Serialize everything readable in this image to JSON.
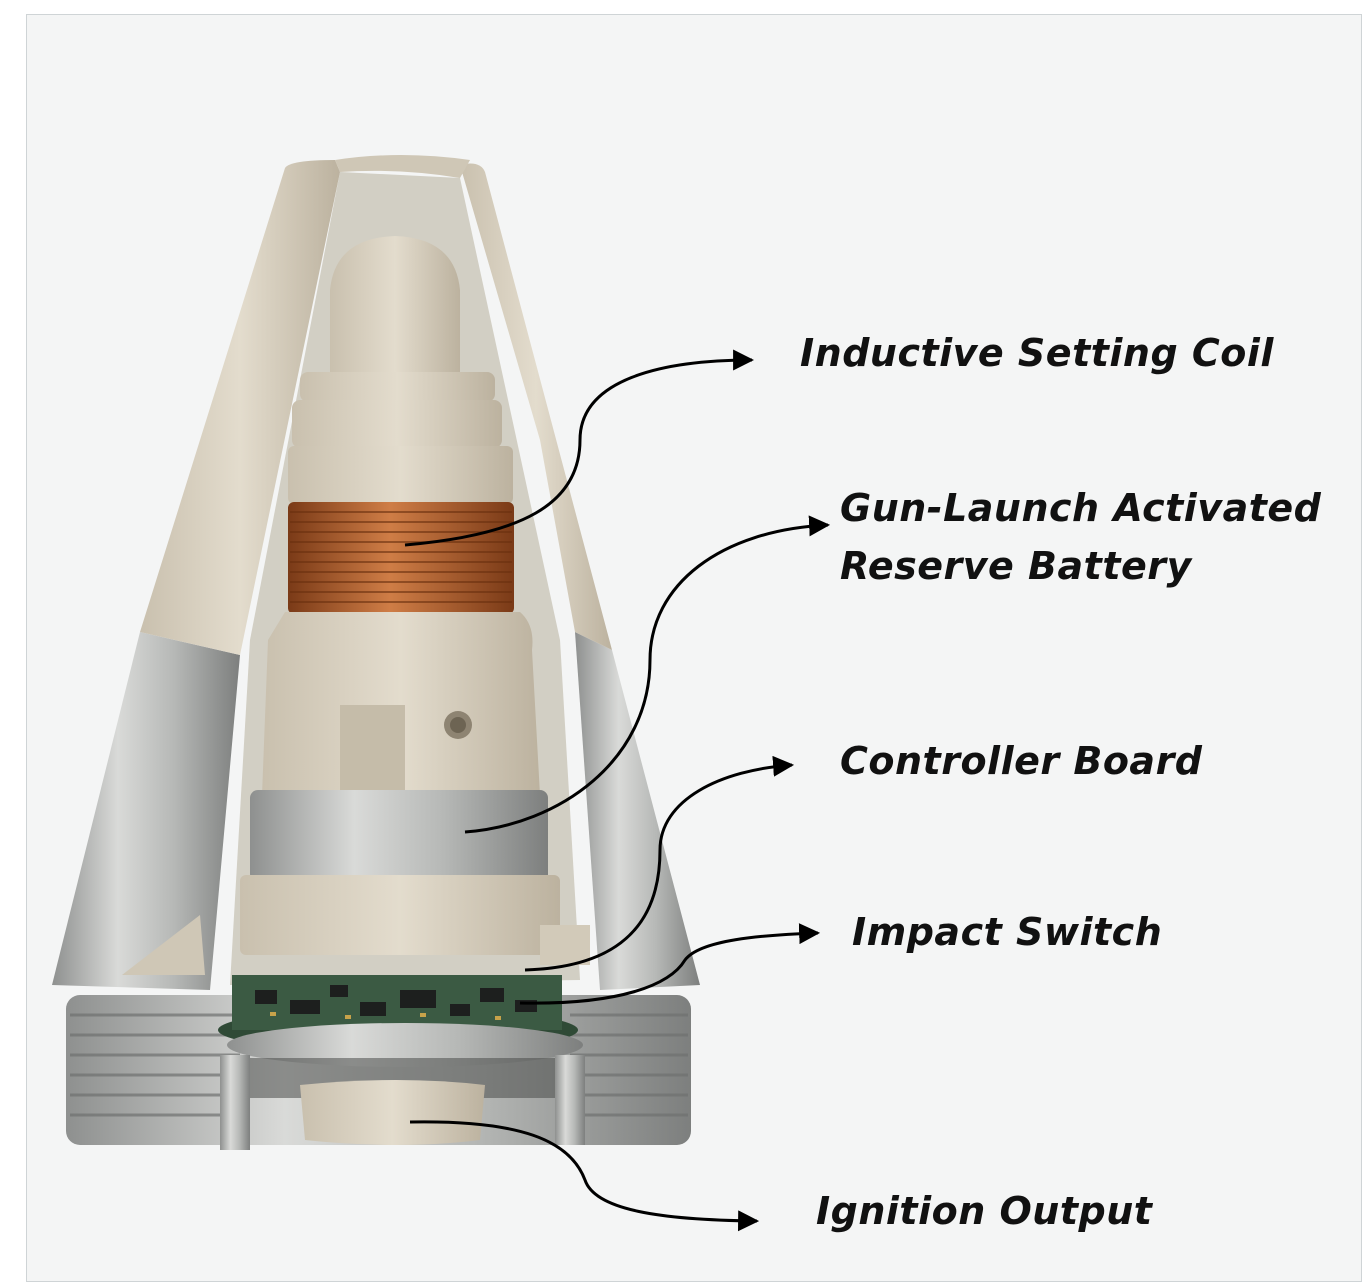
{
  "labels": {
    "inductive_setting_coil": "Inductive Setting Coil",
    "battery_line1": "Gun-Launch Activated",
    "battery_line2": "Reserve Battery",
    "controller_board": "Controller Board",
    "impact_switch": "Impact Switch",
    "ignition_output": "Ignition Output"
  },
  "colors": {
    "background": "#f4f5f5",
    "ceramic": "#d8d0c0",
    "metal": "#a9abaa",
    "copper": "#b5652f",
    "pcb": "#2f4a36",
    "text": "#111111"
  }
}
